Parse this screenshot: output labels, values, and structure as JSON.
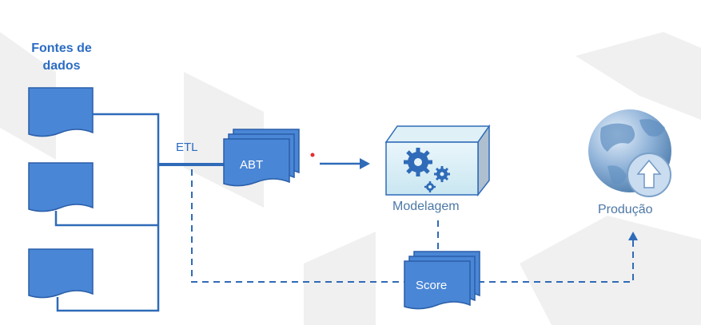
{
  "diagram": {
    "title_line1": "Fontes de",
    "title_line2": "dados",
    "etl_label": "ETL",
    "abt_label": "ABT",
    "modeling_label": "Modelagem",
    "production_label": "Produção",
    "score_label": "Score"
  },
  "icons": {
    "source": "document-icon",
    "abt": "document-stack-icon",
    "model": "gears-box-icon",
    "score": "document-stack-icon",
    "production": "globe-upload-icon"
  },
  "colors": {
    "primary": "#2b6cc4",
    "fill": "#4a86d6",
    "line": "#2f6bb8",
    "text_secondary": "#4d78a6"
  }
}
